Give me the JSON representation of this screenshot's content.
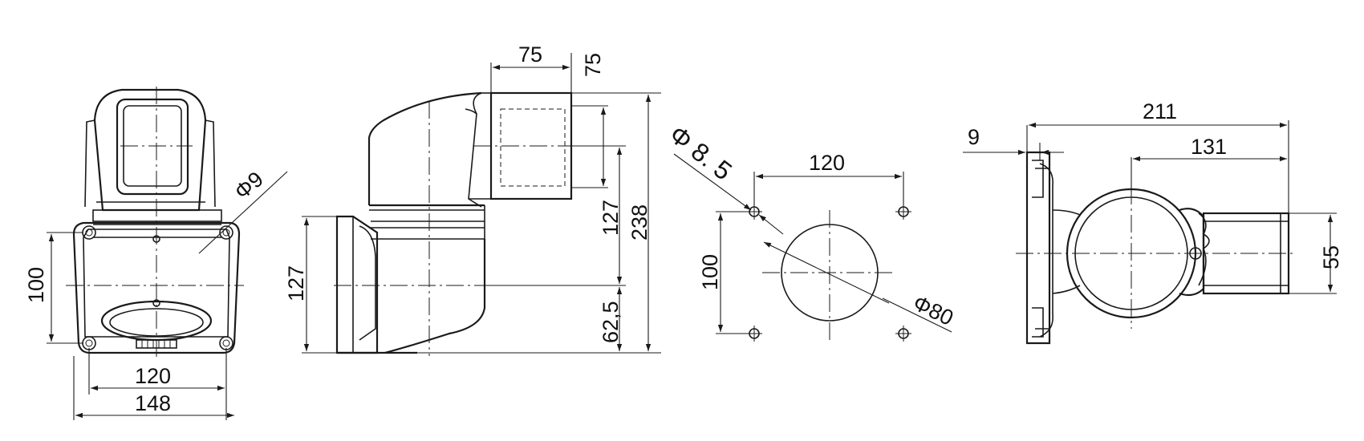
{
  "views": {
    "front": {
      "labels": {
        "hole_dia": "Φ9",
        "height": "100",
        "inner_width": "120",
        "outer_width": "148"
      }
    },
    "side": {
      "labels": {
        "top_width": "75",
        "top_height": "75",
        "mid_height": "127",
        "total_height": "238",
        "base_height": "62,5",
        "flange_height": "127"
      }
    },
    "pattern": {
      "labels": {
        "hole_dia": "Φ 8. 5",
        "spacing_x": "120",
        "spacing_y": "100",
        "circle_dia": "Φ80"
      }
    },
    "top": {
      "labels": {
        "flange_thickness": "9",
        "total_length": "211",
        "arm_length": "131",
        "arm_width": "55"
      }
    }
  }
}
